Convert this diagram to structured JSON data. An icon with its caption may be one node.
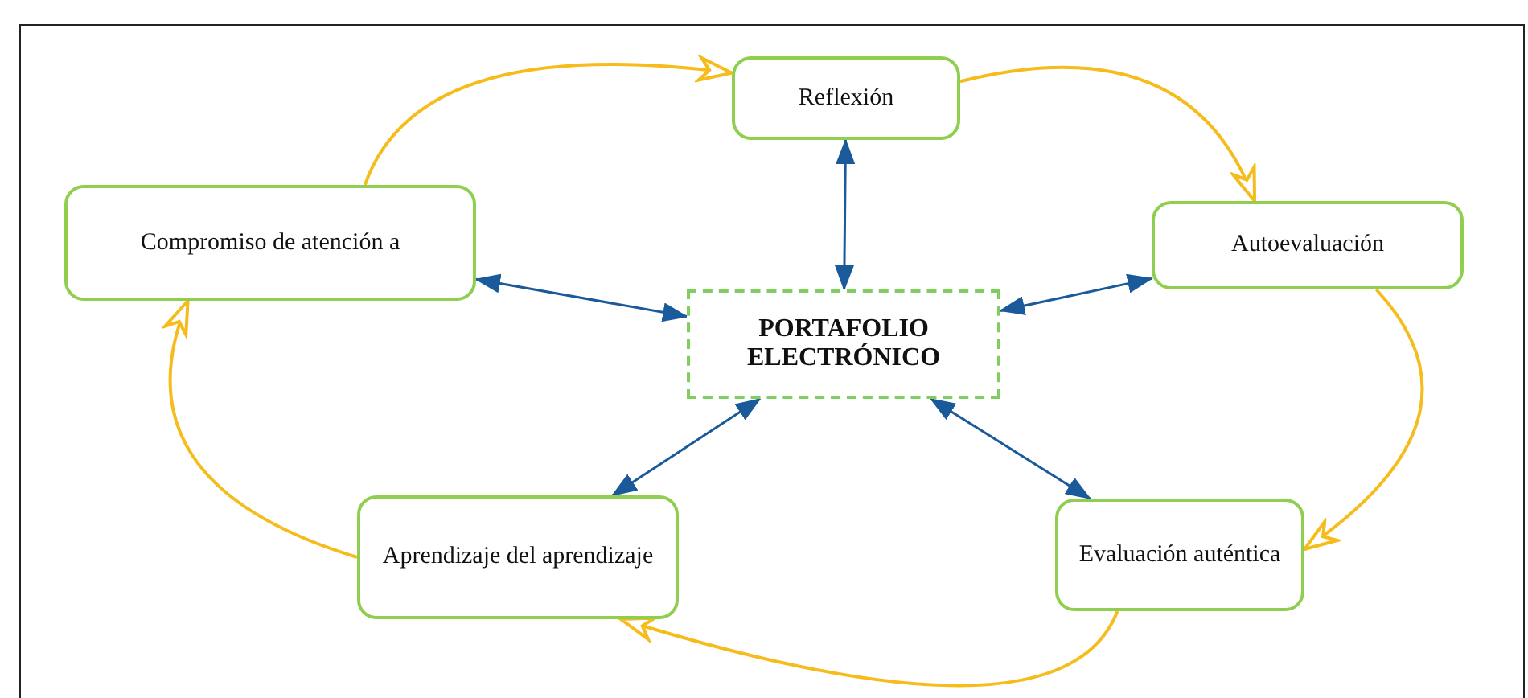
{
  "diagram": {
    "nodes": [
      {
        "text": [
          "Reflexión"
        ]
      },
      {
        "text": [
          "Compromiso de atención a"
        ]
      },
      {
        "text": [
          "Autoevaluación"
        ]
      },
      {
        "text": [
          "PORTAFOLIO ELECTRÓNICO"
        ]
      },
      {
        "text": [
          "Aprendizaje del aprendizaje"
        ]
      },
      {
        "text": [
          "Evaluación auténtica"
        ]
      }
    ],
    "edges": [
      {
        "from": 3,
        "to": 0,
        "arrow": "both",
        "color": "#1a5a9a"
      },
      {
        "from": 3,
        "to": 1,
        "arrow": "both",
        "color": "#1a5a9a"
      },
      {
        "from": 3,
        "to": 2,
        "arrow": "both",
        "color": "#1a5a9a"
      },
      {
        "from": 3,
        "to": 4,
        "arrow": "both",
        "color": "#1a5a9a"
      },
      {
        "from": 3,
        "to": 5,
        "arrow": "both",
        "color": "#1a5a9a"
      },
      {
        "from": 1,
        "to": 0,
        "arrow": "to",
        "color": "#f5bc1c"
      },
      {
        "from": 0,
        "to": 2,
        "arrow": "to",
        "color": "#f5bc1c"
      },
      {
        "from": 2,
        "to": 5,
        "arrow": "to",
        "color": "#f5bc1c"
      },
      {
        "from": 5,
        "to": 4,
        "arrow": "to",
        "color": "#f5bc1c"
      },
      {
        "from": 4,
        "to": 1,
        "arrow": "to",
        "color": "#f5bc1c"
      }
    ]
  }
}
